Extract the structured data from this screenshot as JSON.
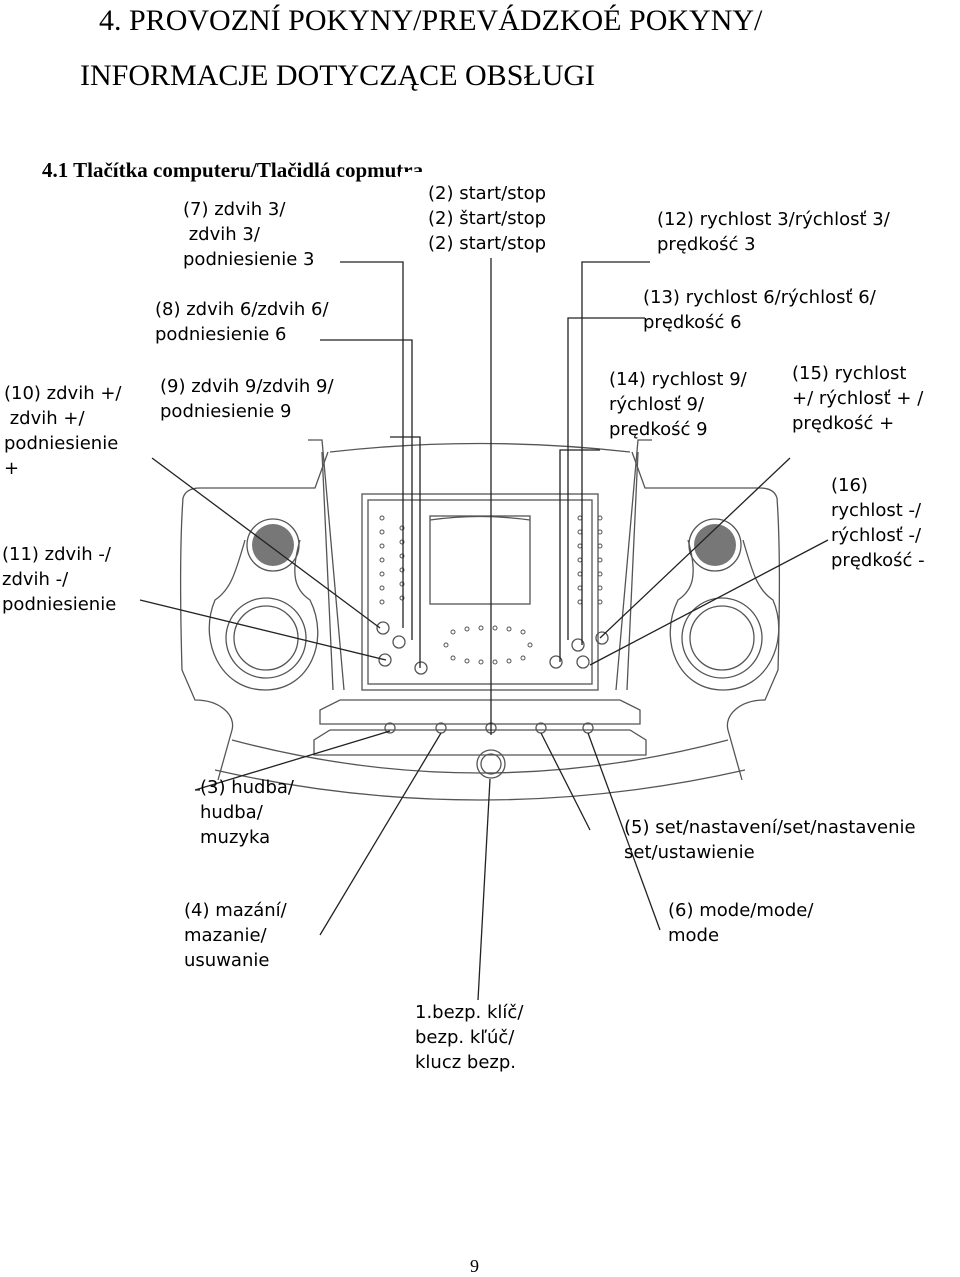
{
  "heading": {
    "line1": "4. PROVOZNÍ POKYNY/PREVÁDZKOÉ POKYNY/",
    "line2": "INFORMACJE DOTYCZĄCE OBSŁUGI"
  },
  "subheading": "4.1 Tlačítka computeru/Tlačidlá copmutra",
  "labels": {
    "start_stop": [
      "(2) start/stop",
      "(2) štart/stop",
      "(2) start/stop"
    ],
    "zdvih3": [
      "(7) zdvih 3/",
      " zdvih 3/",
      "podniesienie 3"
    ],
    "rychlost3": [
      "(12) rychlost 3/rýchlosť 3/",
      "prędkość 3"
    ],
    "zdvih6": [
      "(8) zdvih 6/zdvih 6/",
      "podniesienie 6"
    ],
    "rychlost6": [
      "(13) rychlost 6/rýchlosť 6/",
      "prędkość 6"
    ],
    "zdvih_plus": [
      "(10) zdvih +/",
      " zdvih +/",
      "podniesienie",
      "+"
    ],
    "zdvih9": [
      "(9) zdvih 9/zdvih 9/",
      "podniesienie 9"
    ],
    "rychlost9": [
      "(14) rychlost 9/",
      "rýchlosť 9/",
      "prędkość 9"
    ],
    "rychlost_plus": [
      "(15) rychlost",
      "+/ rýchlosť + /",
      "prędkość +"
    ],
    "rychlost_minus": [
      "(16)",
      "rychlost -/",
      "rýchlosť -/",
      "prędkość -"
    ],
    "zdvih_minus": [
      "(11) zdvih -/",
      "zdvih -/",
      "podniesienie"
    ],
    "hudba": [
      "(3) hudba/",
      "hudba/",
      "muzyka"
    ],
    "set": [
      "(5) set/nastavení/set/nastavenie",
      "set/ustawienie"
    ],
    "mazani": [
      "(4) mazání/",
      "mazanie/",
      "usuwanie"
    ],
    "mode": [
      "(6) mode/mode/",
      "mode"
    ],
    "klic": [
      "1.bezp. klíč/",
      "bezp. kľúč/",
      "klucz bezp."
    ]
  },
  "page_number": "9"
}
